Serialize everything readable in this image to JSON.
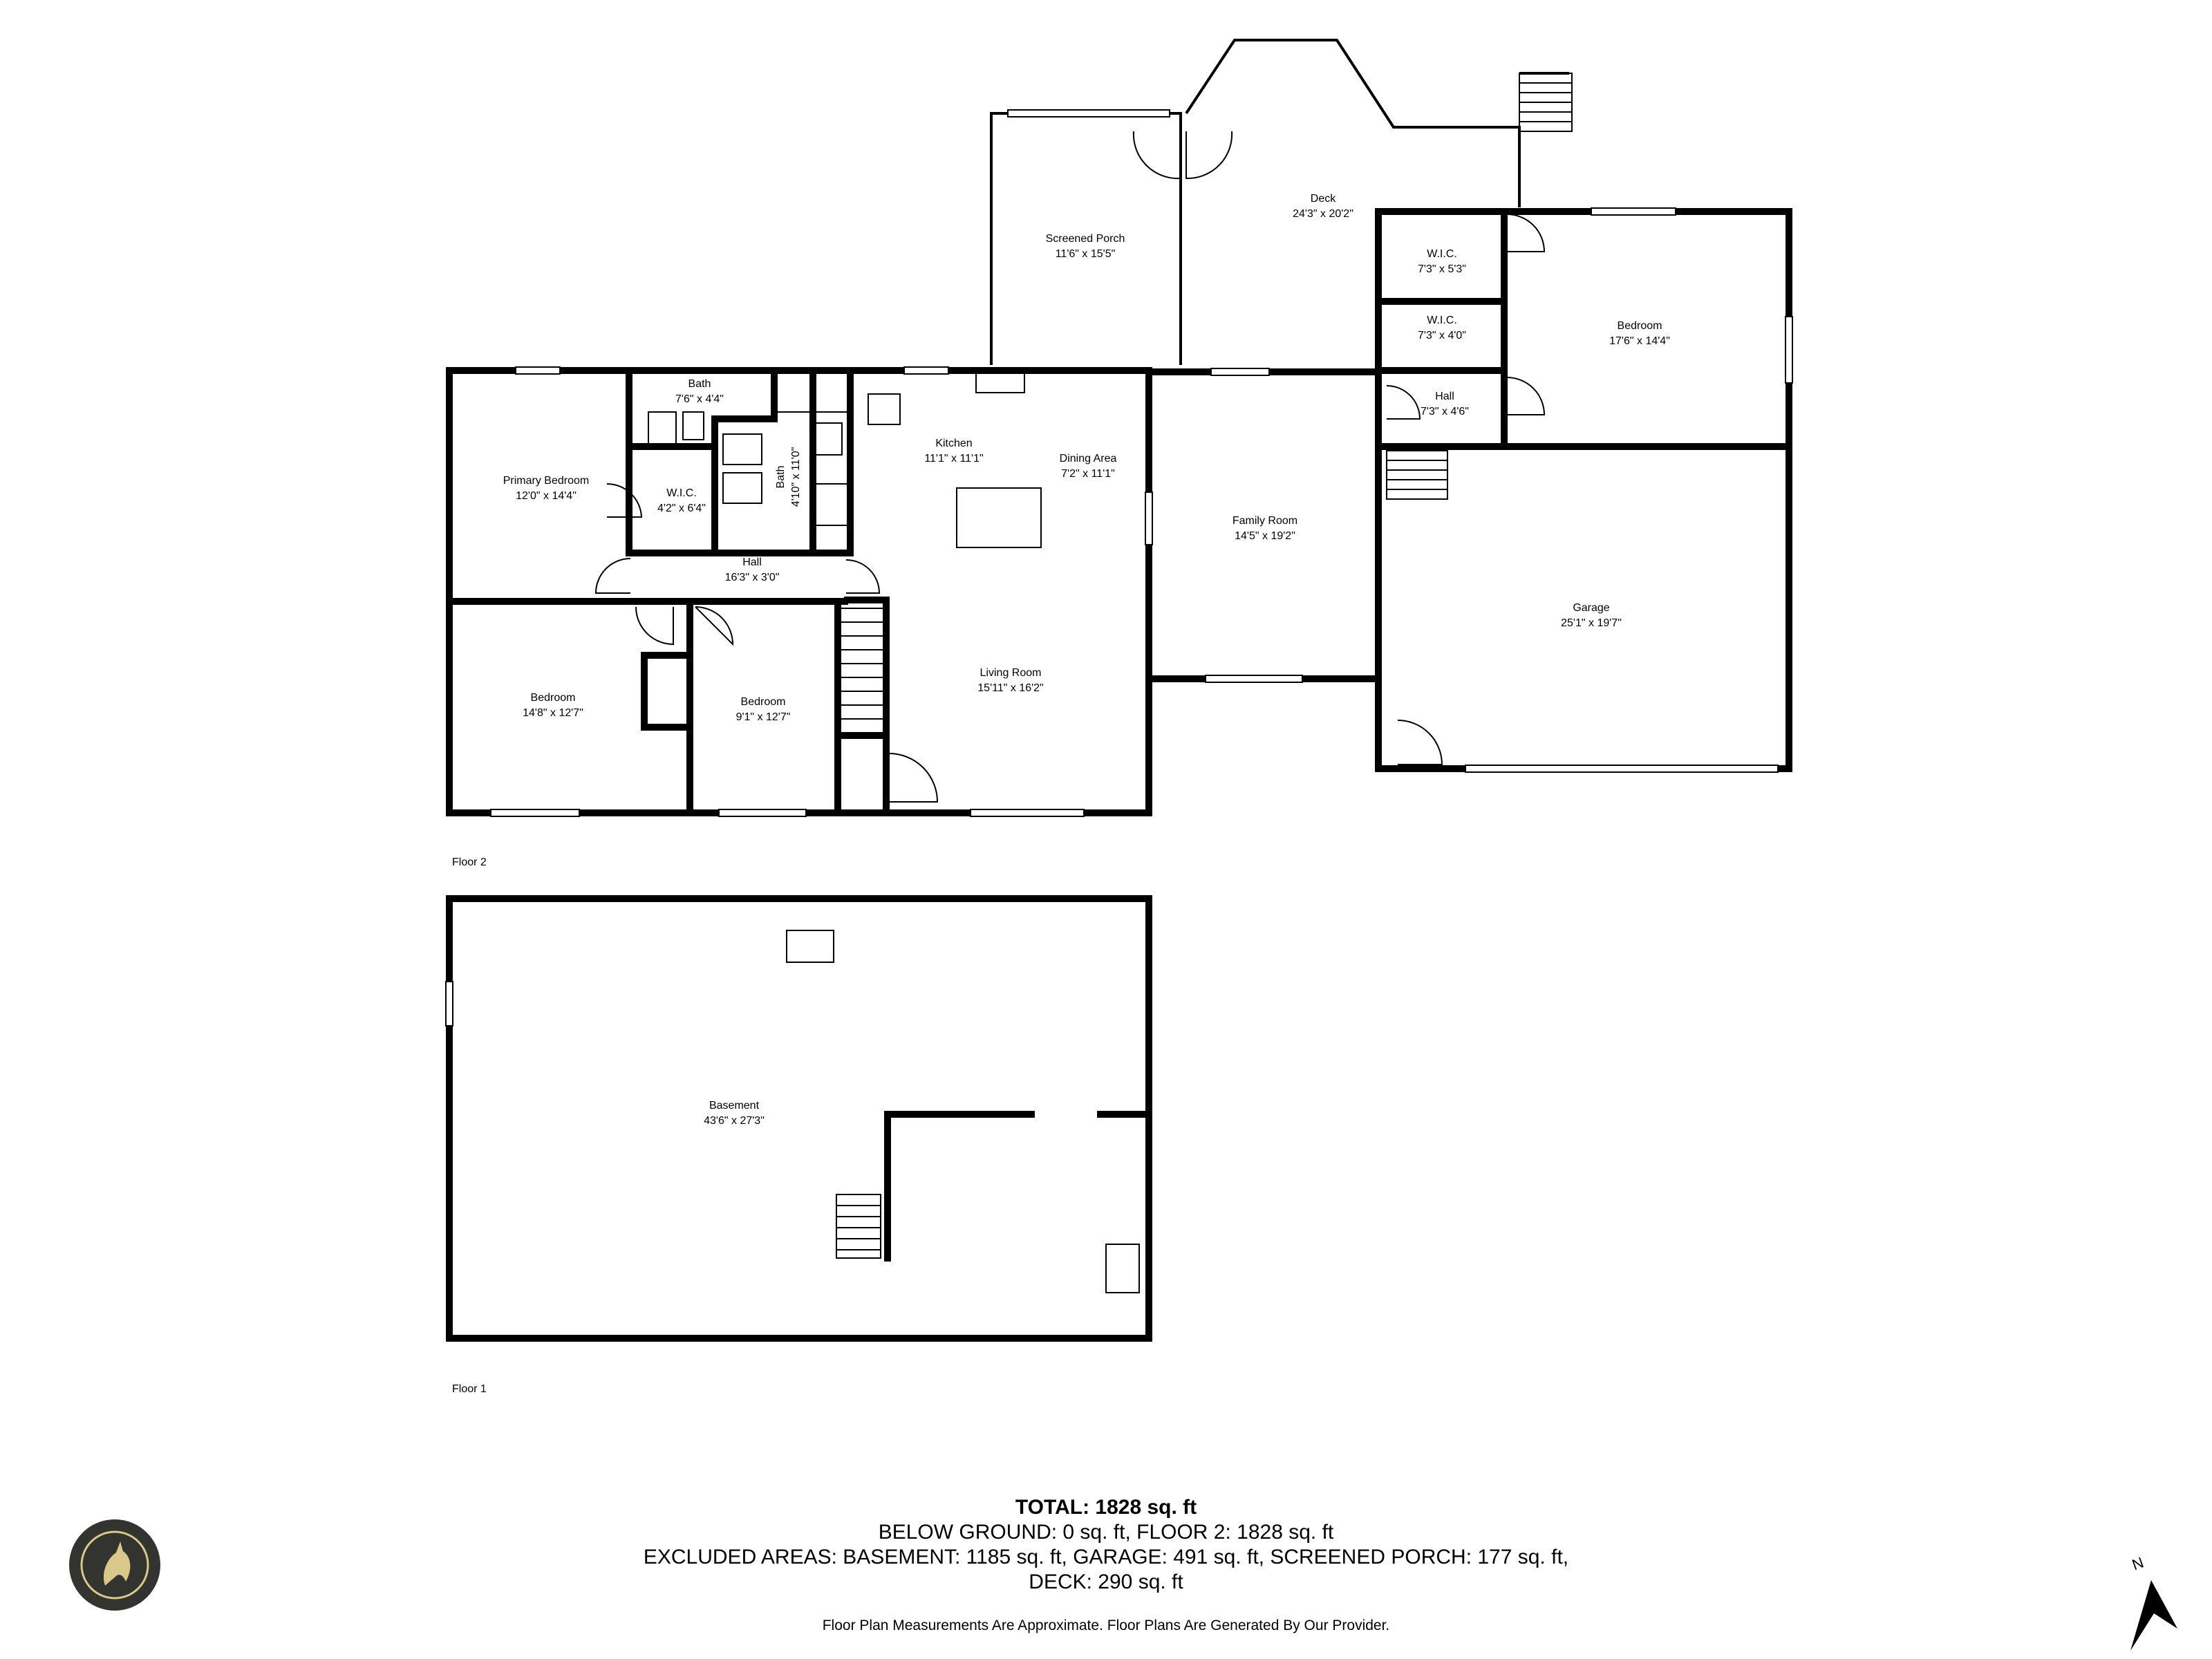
{
  "floors": [
    {
      "label": "Floor 2"
    },
    {
      "label": "Floor 1"
    }
  ],
  "rooms": {
    "screened_porch": {
      "name": "Screened Porch",
      "dims": "11'6\" x 15'5\""
    },
    "deck": {
      "name": "Deck",
      "dims": "24'3\" x 20'2\""
    },
    "wic_upper": {
      "name": "W.I.C.",
      "dims": "7'3\" x 5'3\""
    },
    "wic_mid": {
      "name": "W.I.C.",
      "dims": "7'3\" x 4'0\""
    },
    "bedroom_east": {
      "name": "Bedroom",
      "dims": "17'6\" x 14'4\""
    },
    "hall_east": {
      "name": "Hall",
      "dims": "7'3\" x 4'6\""
    },
    "bath_top": {
      "name": "Bath",
      "dims": "7'6\" x 4'4\""
    },
    "bath_side": {
      "name": "Bath",
      "dims": "4'10\" x 11'0\""
    },
    "kitchen": {
      "name": "Kitchen",
      "dims": "11'1\" x 11'1\""
    },
    "dining": {
      "name": "Dining Area",
      "dims": "7'2\" x 11'1\""
    },
    "primary_bedroom": {
      "name": "Primary Bedroom",
      "dims": "12'0\" x 14'4\""
    },
    "wic_primary": {
      "name": "W.I.C.",
      "dims": "4'2\" x 6'4\""
    },
    "family_room": {
      "name": "Family Room",
      "dims": "14'5\" x 19'2\""
    },
    "hall_main": {
      "name": "Hall",
      "dims": "16'3\" x 3'0\""
    },
    "garage": {
      "name": "Garage",
      "dims": "25'1\" x 19'7\""
    },
    "living_room": {
      "name": "Living Room",
      "dims": "15'11\" x 16'2\""
    },
    "bedroom_sw": {
      "name": "Bedroom",
      "dims": "14'8\" x 12'7\""
    },
    "bedroom_small": {
      "name": "Bedroom",
      "dims": "9'1\" x 12'7\""
    },
    "basement": {
      "name": "Basement",
      "dims": "43'6\" x 27'3\""
    }
  },
  "summary": {
    "total": "TOTAL: 1828 sq. ft",
    "line1": "BELOW GROUND: 0 sq. ft, FLOOR 2: 1828 sq. ft",
    "line2": "EXCLUDED AREAS: BASEMENT: 1185 sq. ft, GARAGE: 491 sq. ft, SCREENED PORCH: 177 sq. ft,",
    "line3": "DECK: 290 sq. ft",
    "note": "Floor Plan Measurements Are Approximate. Floor Plans Are Generated By Our Provider."
  },
  "compass": {
    "label": "N"
  },
  "colors": {
    "wall": "#000000",
    "logo_bg": "#333330",
    "logo_gold": "#d9c889"
  }
}
